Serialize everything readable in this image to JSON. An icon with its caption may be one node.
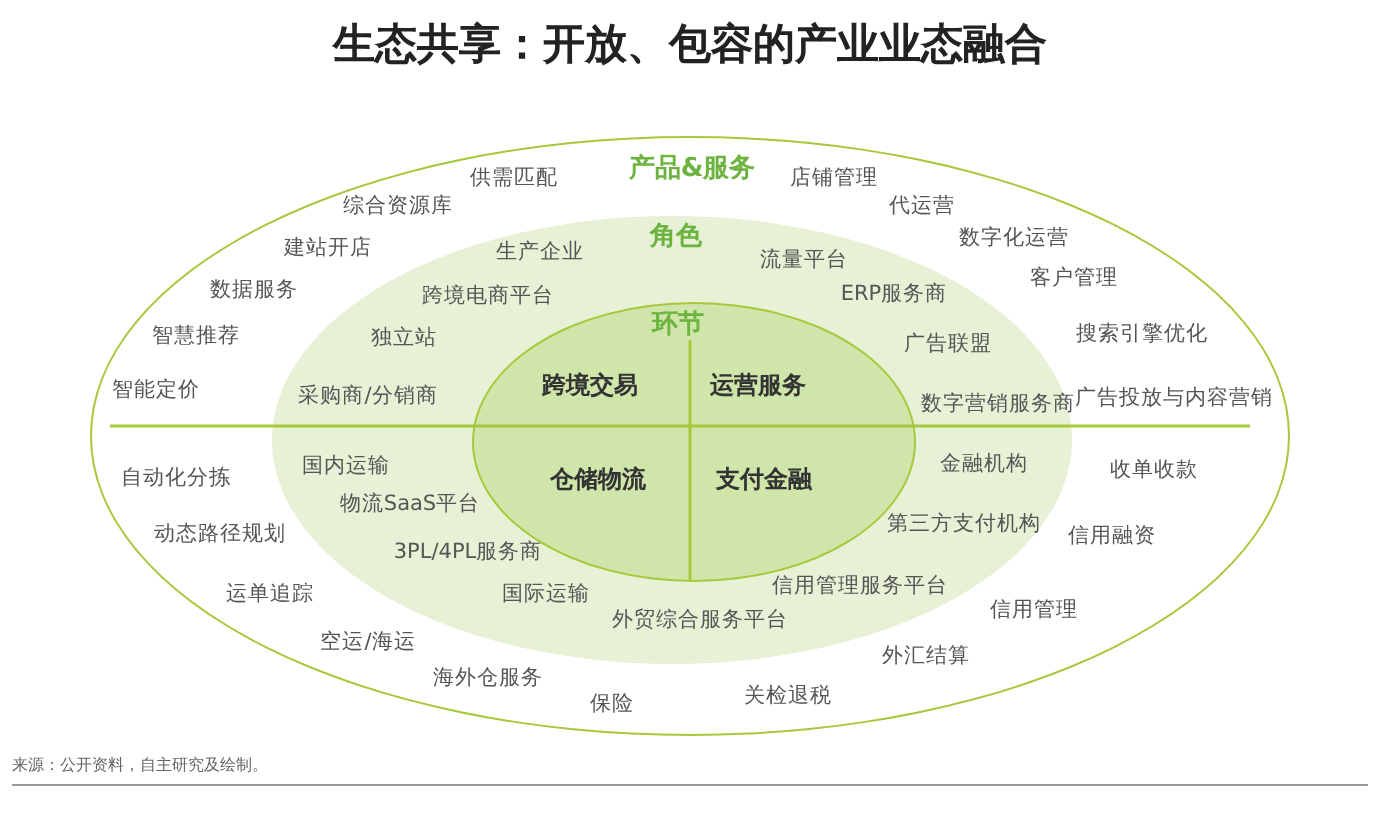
{
  "diagram": {
    "title": "生态共享：开放、包容的产业业态融合",
    "caption": "来源：公开资料，自主研究及绘制。",
    "nodes": [
      {
        "text": [
          "产品&服务"
        ]
      },
      {
        "text": [
          "角色"
        ],
        "in": 0
      },
      {
        "text": [
          "环节"
        ],
        "in": 1
      },
      {
        "text": [
          "跨境交易"
        ],
        "in": 2
      },
      {
        "text": [
          "运营服务"
        ],
        "in": 2
      },
      {
        "text": [
          "仓储物流"
        ],
        "in": 2
      },
      {
        "text": [
          "支付金融"
        ],
        "in": 2
      }
    ],
    "edges": [],
    "labels": [
      "供需匹配",
      "店铺管理",
      "综合资源库",
      "代运营",
      "数字化运营",
      "建站开店",
      "生产企业",
      "流量平台",
      "客户管理",
      "数据服务",
      "跨境电商平台",
      "ERP服务商",
      "智慧推荐",
      "独立站",
      "广告联盟",
      "搜索引擎优化",
      "智能定价",
      "采购商/分销商",
      "数字营销服务商",
      "广告投放与内容营销",
      "自动化分拣",
      "国内运输",
      "金融机构",
      "收单收款",
      "物流SaaS平台",
      "第三方支付机构",
      "动态路径规划",
      "信用融资",
      "3PL/4PL服务商",
      "运单追踪",
      "国际运输",
      "信用管理服务平台",
      "信用管理",
      "外贸综合服务平台",
      "空运/海运",
      "外汇结算",
      "海外仓服务",
      "关检退税",
      "保险"
    ]
  }
}
